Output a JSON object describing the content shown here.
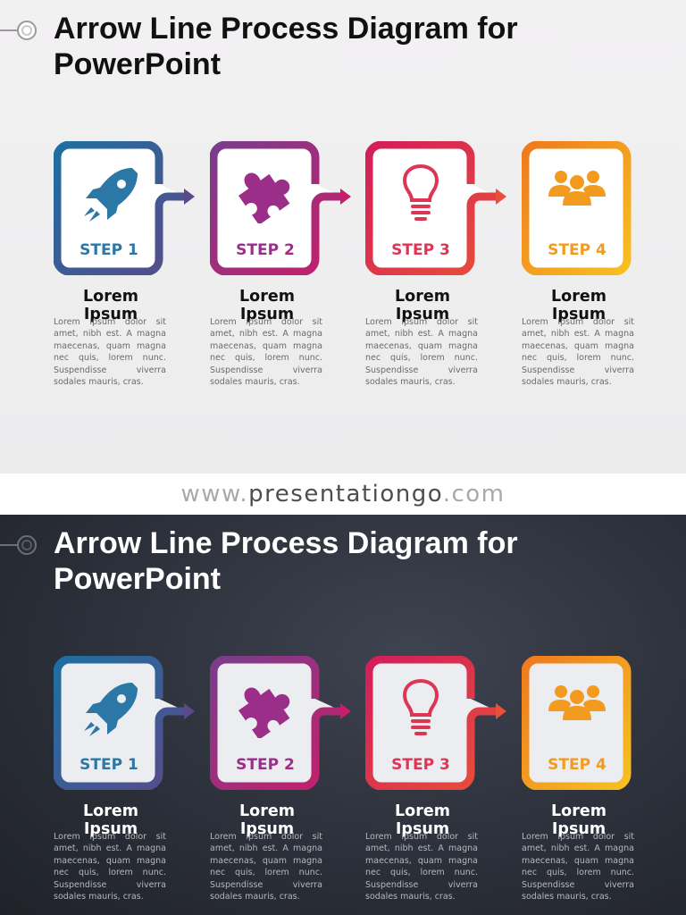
{
  "title": "Arrow Line Process Diagram for PowerPoint",
  "website": {
    "prefix": "www.",
    "name": "presentationgo",
    "suffix": ".com"
  },
  "colors": {
    "step1": [
      "#1e6fa0",
      "#5a4a8a"
    ],
    "step2": [
      "#7a3d8c",
      "#c81e6a"
    ],
    "step3": [
      "#d21e5a",
      "#e8503a"
    ],
    "step4": [
      "#ef7a1e",
      "#f7c021"
    ],
    "light_box_fill": "#ffffff",
    "dark_box_fill": "#ebedf0"
  },
  "steps": [
    {
      "label": "STEP 1",
      "icon": "rocket-icon",
      "color": "#2b77a6",
      "heading": "Lorem Ipsum",
      "body": "Lorem ipsum dolor sit amet, nibh est. A magna maecenas, quam magna nec quis, lorem nunc. Suspendisse viverra sodales mauris, cras."
    },
    {
      "label": "STEP 2",
      "icon": "puzzle-icon",
      "color": "#9b2e88",
      "heading": "Lorem Ipsum",
      "body": "Lorem ipsum dolor sit amet, nibh est. A magna maecenas, quam magna nec quis, lorem nunc. Suspendisse viverra sodales mauris, cras."
    },
    {
      "label": "STEP 3",
      "icon": "lightbulb-icon",
      "color": "#df3554",
      "heading": "Lorem Ipsum",
      "body": "Lorem ipsum dolor sit amet, nibh est. A magna maecenas, quam magna nec quis, lorem nunc. Suspendisse viverra sodales mauris, cras."
    },
    {
      "label": "STEP 4",
      "icon": "team-icon",
      "color": "#f29b1f",
      "heading": "Lorem Ipsum",
      "body": "Lorem ipsum dolor sit amet, nibh est. A magna maecenas, quam magna nec quis, lorem nunc. Suspendisse viverra sodales mauris, cras."
    }
  ]
}
